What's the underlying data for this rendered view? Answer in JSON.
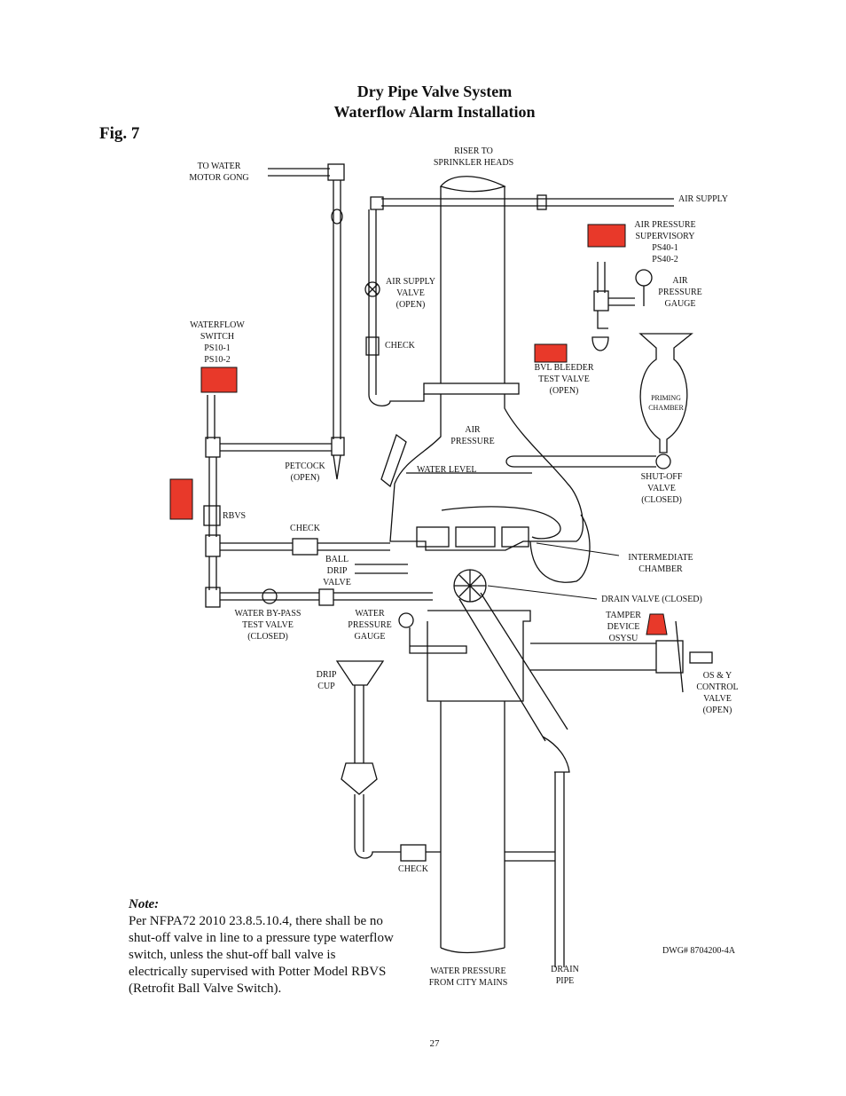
{
  "header": {
    "title_line1": "Dry Pipe Valve System",
    "title_line2": "Waterflow Alarm Installation",
    "figure": "Fig. 7"
  },
  "labels": {
    "to_water_motor_gong": "TO WATER\nMOTOR GONG",
    "riser": "RISER TO\nSPRINKLER HEADS",
    "air_supply": "AIR SUPPLY",
    "air_pressure_supervisory": "AIR PRESSURE\nSUPERVISORY\nPS40-1\nPS40-2",
    "air_pressure_gauge": "AIR\nPRESSURE\nGAUGE",
    "air_supply_valve": "AIR SUPPLY\nVALVE\n(OPEN)",
    "check_upper": "CHECK",
    "waterflow_switch": "WATERFLOW\nSWITCH\nPS10-1\nPS10-2",
    "bvl_bleeder": "BVL BLEEDER\nTEST VALVE\n(OPEN)",
    "priming_chamber": "PRIMING\nCHAMBER",
    "air_pressure": "AIR\nPRESSURE",
    "petcock": "PETCOCK\n(OPEN)",
    "water_level": "WATER LEVEL",
    "shutoff_valve": "SHUT-OFF\nVALVE\n(CLOSED)",
    "rbvs": "RBVS",
    "check_mid": "CHECK",
    "ball_drip_valve": "BALL\nDRIP\nVALVE",
    "intermediate_chamber": "INTERMEDIATE\nCHAMBER",
    "drain_valve": "DRAIN VALVE (CLOSED)",
    "water_bypass": "WATER BY-PASS\nTEST VALVE\n(CLOSED)",
    "water_pressure_gauge": "WATER\nPRESSURE\nGAUGE",
    "tamper_device": "TAMPER\nDEVICE\nOSYSU",
    "drip_cup": "DRIP\nCUP",
    "osy_valve": "OS & Y\nCONTROL\nVALVE\n(OPEN)",
    "check_lower": "CHECK",
    "dwg": "DWG# 8704200-4A",
    "water_pressure_mains": "WATER PRESSURE\nFROM CITY MAINS",
    "drain_pipe": "DRAIN\nPIPE"
  },
  "note": {
    "title": "Note:",
    "body": "Per NFPA72 2010 23.8.5.10.4, there shall be no shut-off valve in line to a pressure type waterflow switch, unless the shut-off ball valve is electrically supervised with Potter Model RBVS (Retrofit Ball Valve Switch)."
  },
  "footer": {
    "page_number": "27"
  },
  "colors": {
    "device_red": "#e8392a",
    "line": "#111111"
  }
}
